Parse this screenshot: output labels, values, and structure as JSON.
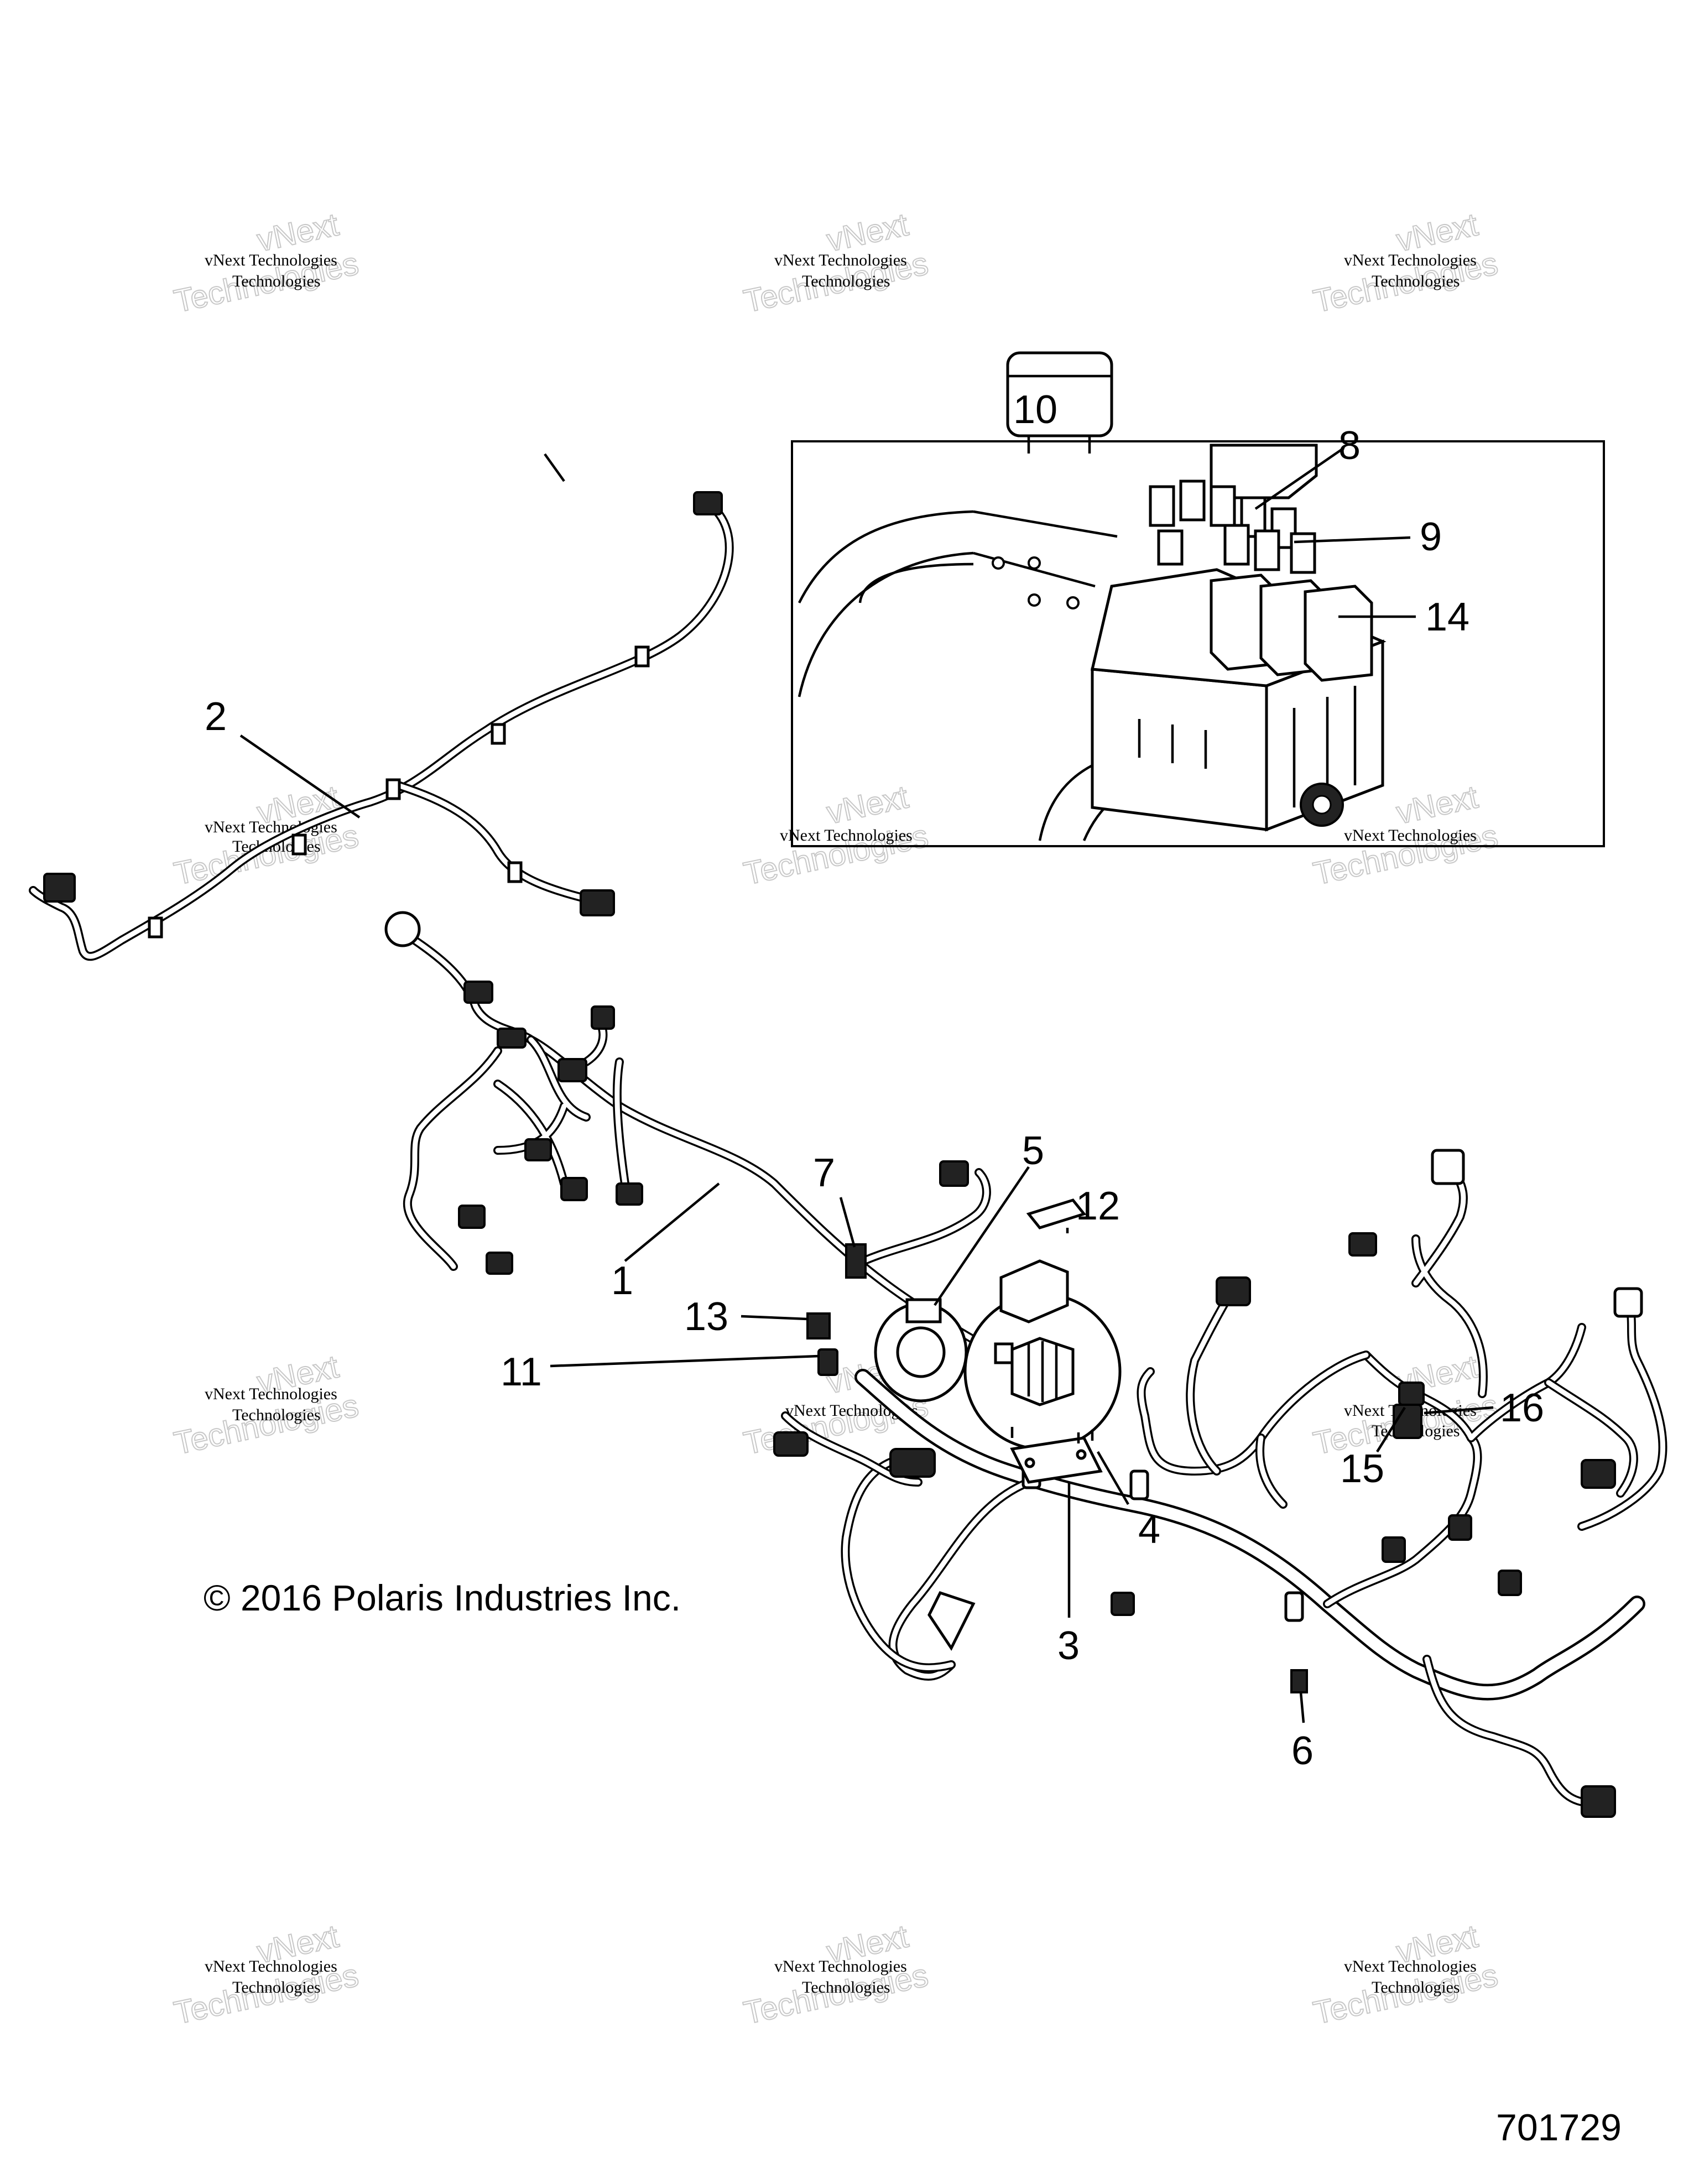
{
  "callouts": {
    "c1": "1",
    "c2": "2",
    "c3": "3",
    "c4": "4",
    "c5": "5",
    "c6": "6",
    "c7": "7",
    "c8": "8",
    "c9": "9",
    "c10": "10",
    "c11": "11",
    "c12": "12",
    "c13": "13",
    "c14": "14",
    "c15": "15",
    "c16": "16"
  },
  "copyright": "© 2016 Polaris Industries Inc.",
  "part_number": "701729",
  "watermark": {
    "line1": "vNext Technologies",
    "line2": "vNext",
    "line3": "Technologies"
  }
}
